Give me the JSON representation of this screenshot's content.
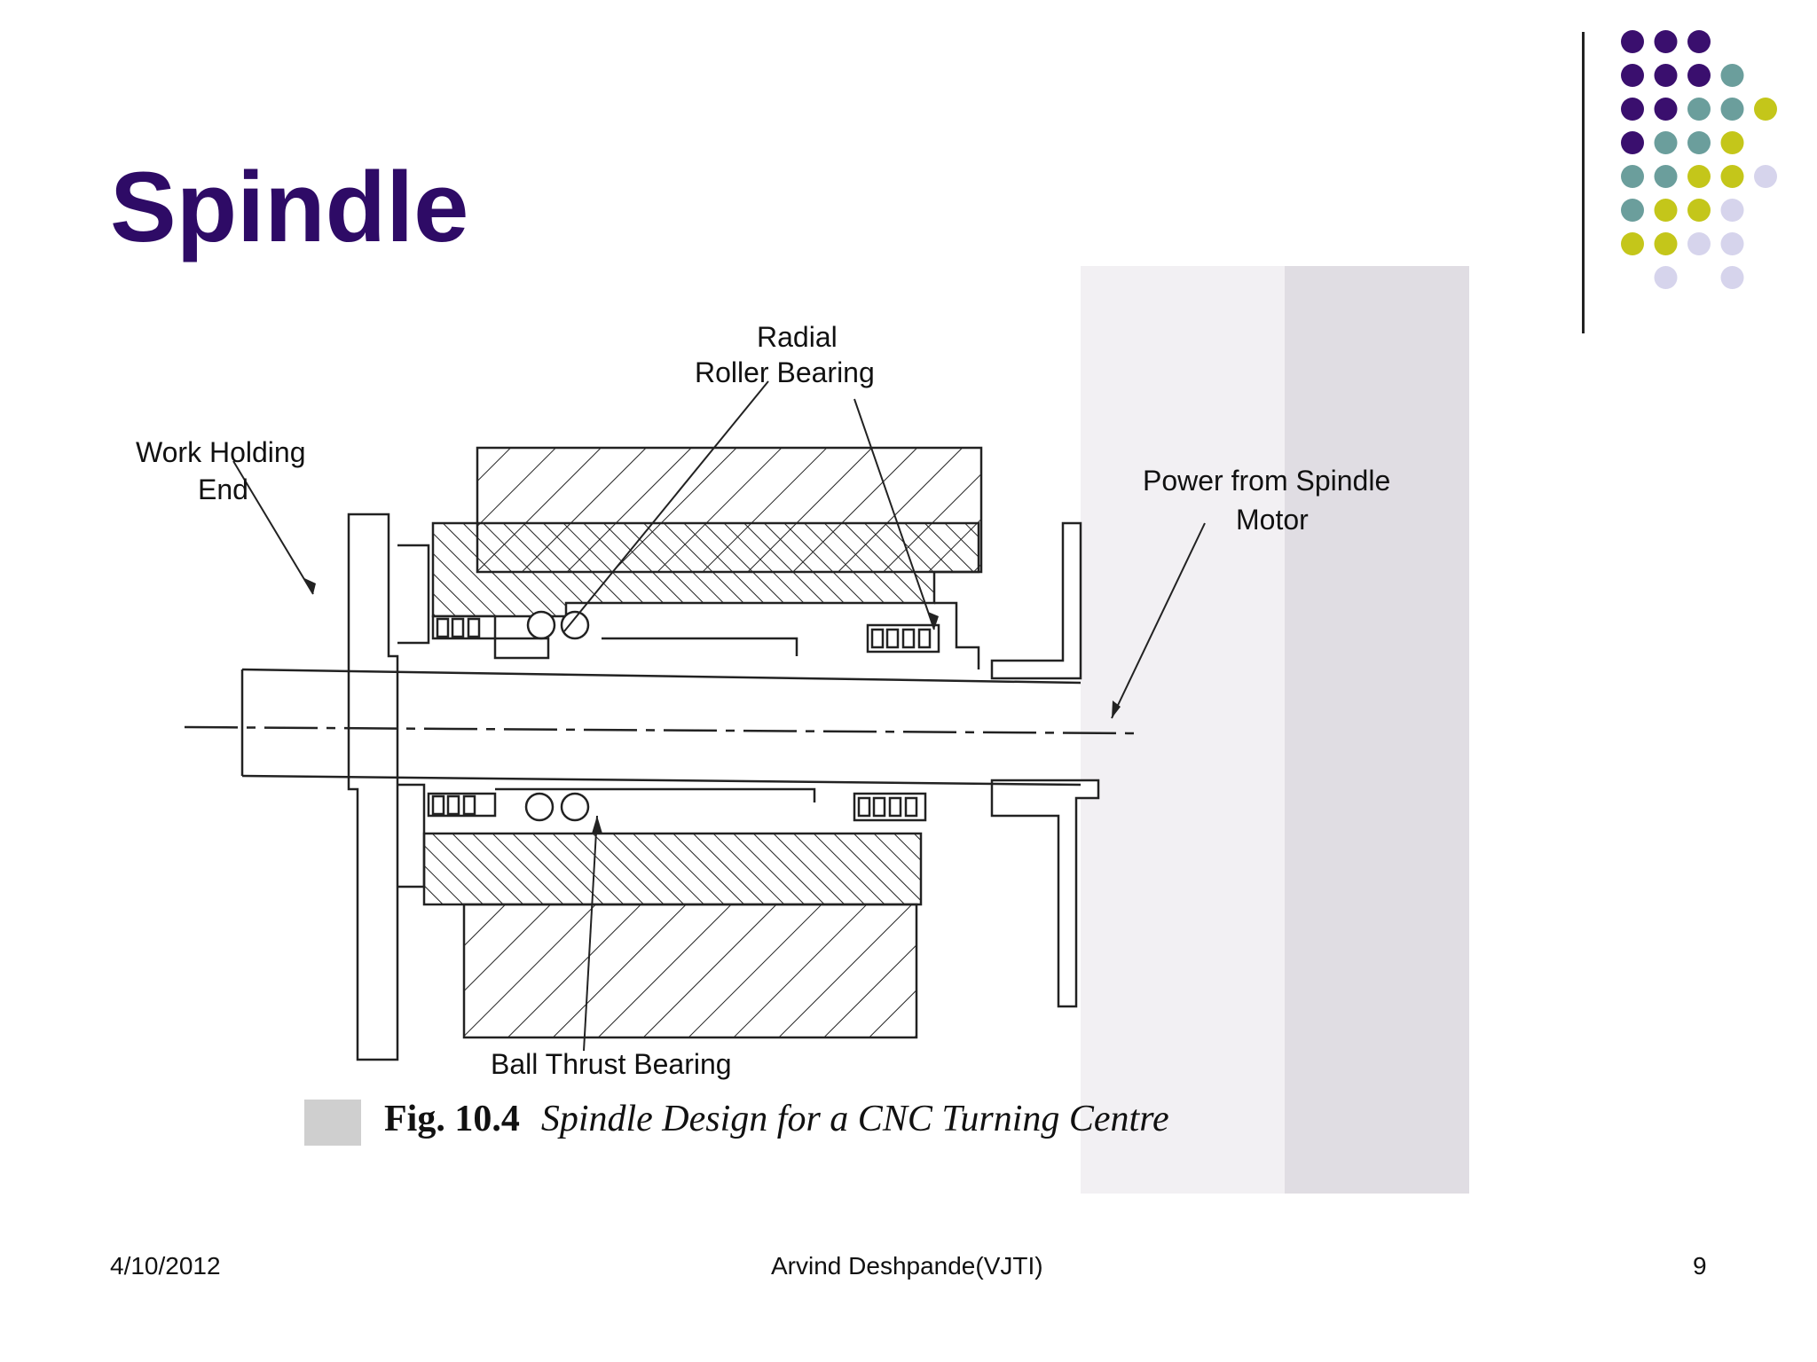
{
  "slide": {
    "title": "Spindle",
    "date": "4/10/2012",
    "author": "Arvind Deshpande(VJTI)",
    "page_number": "9"
  },
  "figure": {
    "labels": {
      "radial_roller_bearing_line1": "Radial",
      "radial_roller_bearing_line2": "Roller Bearing",
      "work_holding_end_line1": "Work Holding",
      "work_holding_end_line2": "End",
      "power_from_spindle_motor_line1": "Power from Spindle",
      "power_from_spindle_motor_line2": "Motor",
      "ball_thrust_bearing": "Ball Thrust Bearing"
    },
    "caption": {
      "number": "Fig. 10.4",
      "text": "Spindle Design for a CNC Turning Centre"
    }
  },
  "theme": {
    "title_color": "#2e0b66",
    "dot_colors": {
      "purple": "#3a0f6e",
      "teal": "#6b9e9c",
      "olive": "#c4c61a",
      "lavender": "#d6d4ec"
    }
  }
}
